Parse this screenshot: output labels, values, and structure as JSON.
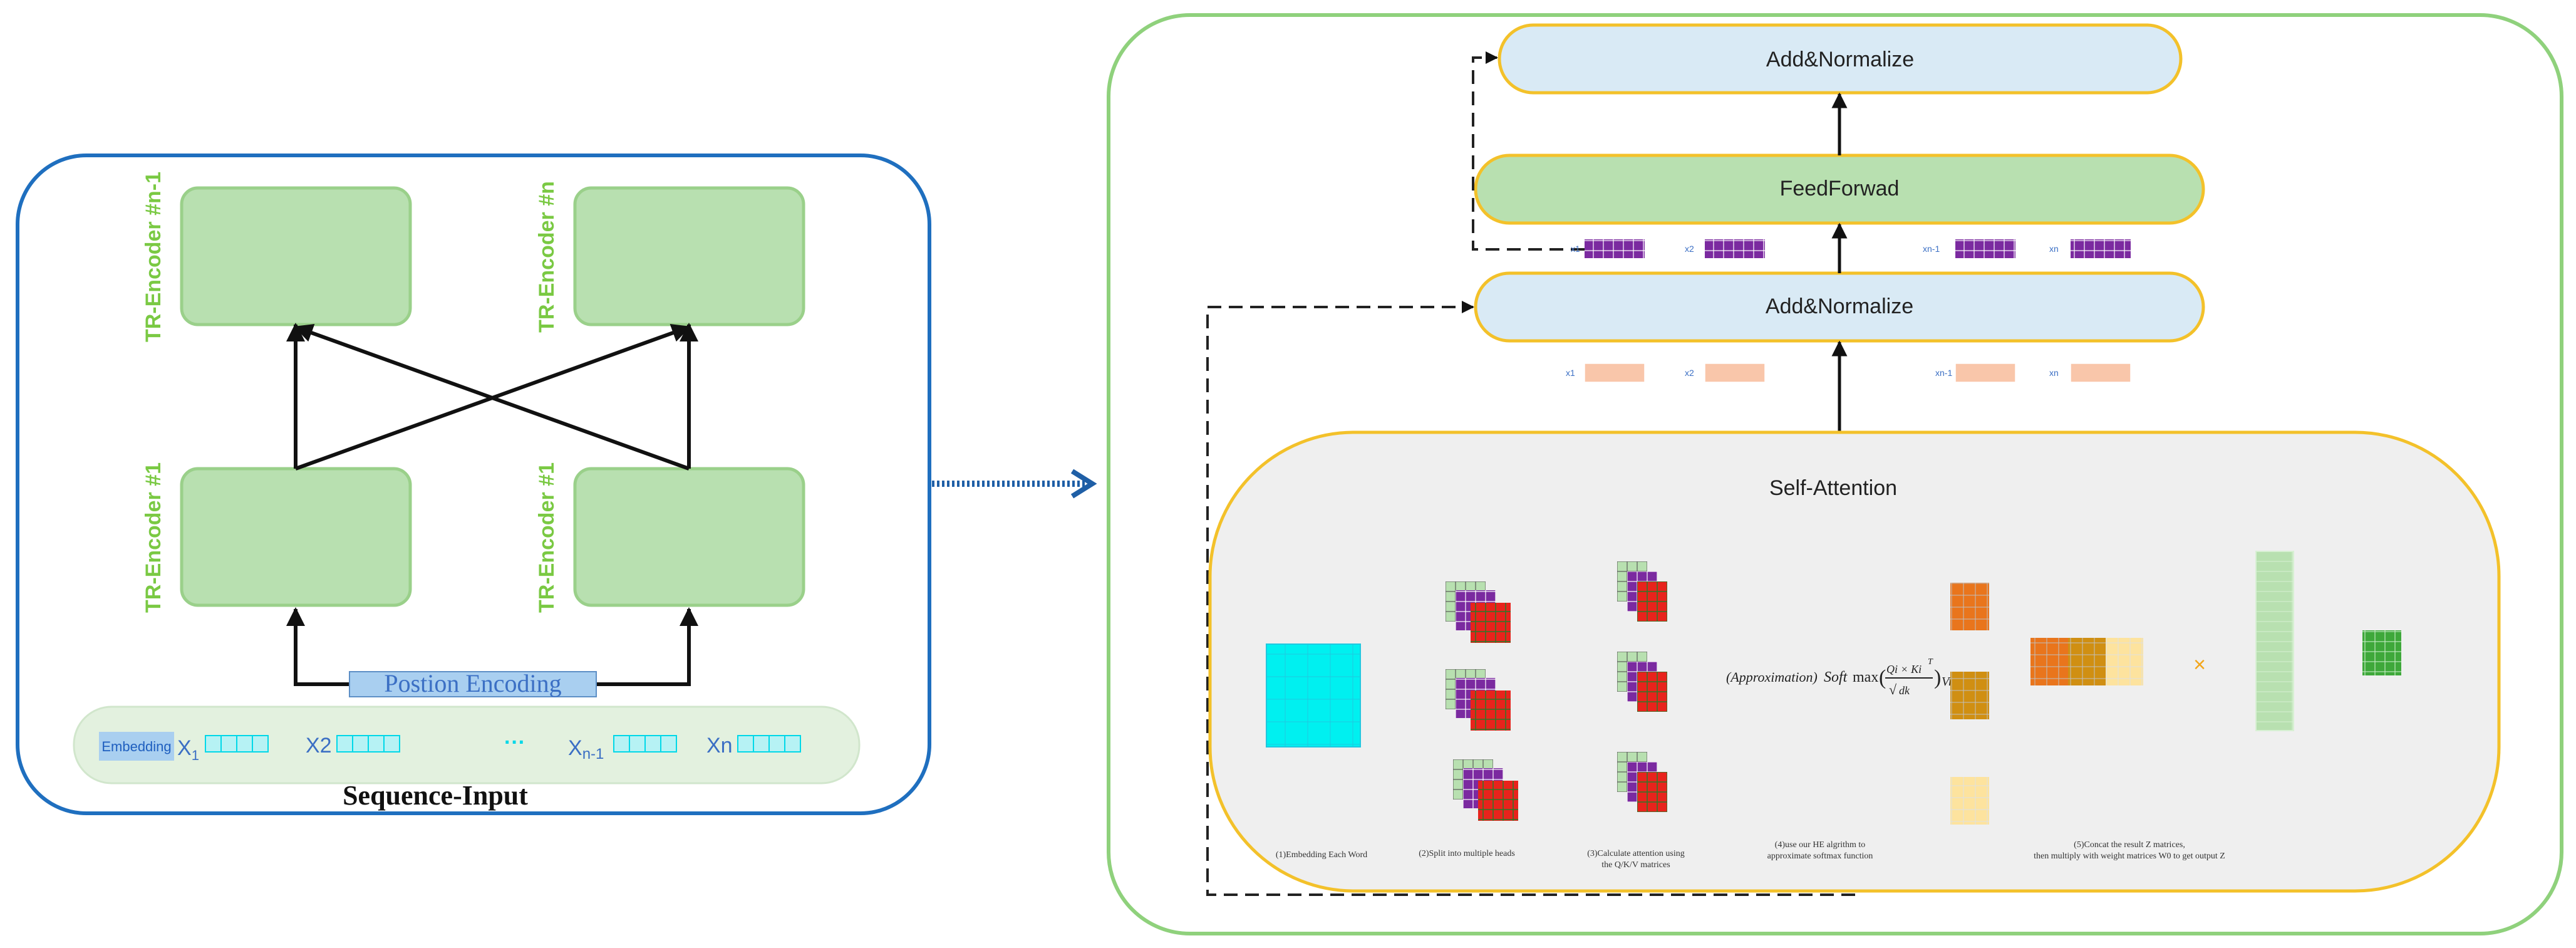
{
  "left_panel": {
    "encoders": {
      "top_left": "TR-Encoder #n-1",
      "top_right": "TR-Encoder #n",
      "bottom_left": "TR-Encoder #1",
      "bottom_right": "TR-Encoder #1"
    },
    "positional_encoding": "Postion Encoding",
    "embedding_label": "Embedding",
    "inputs": {
      "x1": "X",
      "x1_sub": "1",
      "x2": "X2",
      "ellipsis": "···",
      "xn1": "X",
      "xn1_sub": "n-1",
      "xn": "Xn"
    },
    "caption": "Sequence-Input"
  },
  "right_panel": {
    "add_normalize_top": "Add&Normalize",
    "feed_forward": "FeedForwad",
    "add_normalize_mid": "Add&Normalize",
    "self_attention": "Self-Attention",
    "row_labels": {
      "purple": [
        "x1",
        "x2",
        "xn-1",
        "xn"
      ],
      "peach": [
        "x1",
        "x2",
        "xn-1",
        "xn"
      ]
    },
    "formula": {
      "prefix": "(Approximation)",
      "soft": "Soft",
      "max": "max",
      "numerator": "Qi × Ki",
      "superscript": "T",
      "denominator": "dk",
      "suffix": "Vi"
    },
    "steps": {
      "s1": "(1)Embedding Each Word",
      "s2": "(2)Split into multiple heads",
      "s3_line1": "(3)Calculate attention using",
      "s3_line2": "the Q/K/V matrices",
      "s4_line1": "(4)use our HE algrithm to",
      "s4_line2": "approximate softmax function",
      "s5_line1": "(5)Concat the result Z matrices,",
      "s5_line2": "then multiply with weight matrices W0 to get  output Z"
    },
    "multiply_sign": "×"
  },
  "colors": {
    "left_border": "#1f6fbf",
    "right_border": "#8fd17c",
    "encoder_fill": "#b8e0b0",
    "encoder_text": "#7ac943",
    "norm_fill": "#d9eaf5",
    "ff_fill": "#b8e0b0",
    "yellow_border": "#f3c12a",
    "attention_fill": "#efefef",
    "purple": "#7b2aa0",
    "peach": "#f9c6aa",
    "cyan": "#00f0f0",
    "red": "#e8231c",
    "orange": "#e9751c",
    "gold": "#d08f12",
    "light_yellow": "#fde39e",
    "green_tall": "#b8e0b0",
    "green_small": "#3ea83a",
    "input_fill": "#e3f1df",
    "input_text": "#3b6fc4"
  }
}
